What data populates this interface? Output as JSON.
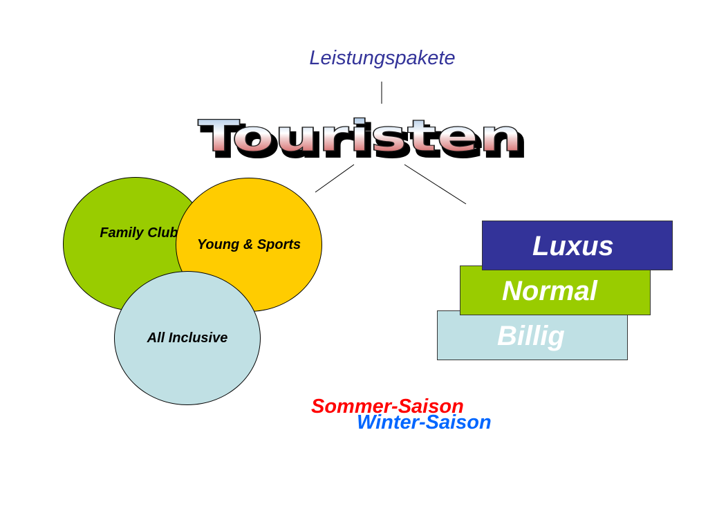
{
  "diagram": {
    "title": "Leistungspakete",
    "center_label": "Touristen",
    "segments": [
      {
        "label": "Family Club",
        "color": "#99cc00"
      },
      {
        "label": "Young & Sports",
        "color": "#ffcc00"
      },
      {
        "label": "All Inclusive",
        "color": "#c0e0e4"
      }
    ],
    "tiers": [
      {
        "label": "Luxus",
        "color": "#333399"
      },
      {
        "label": "Normal",
        "color": "#99cc00"
      },
      {
        "label": "Billig",
        "color": "#bfe0e4"
      }
    ],
    "seasons": [
      {
        "label": "Sommer-Saison",
        "color": "#ff0000"
      },
      {
        "label": "Winter-Saison",
        "color": "#0066ff"
      }
    ]
  }
}
